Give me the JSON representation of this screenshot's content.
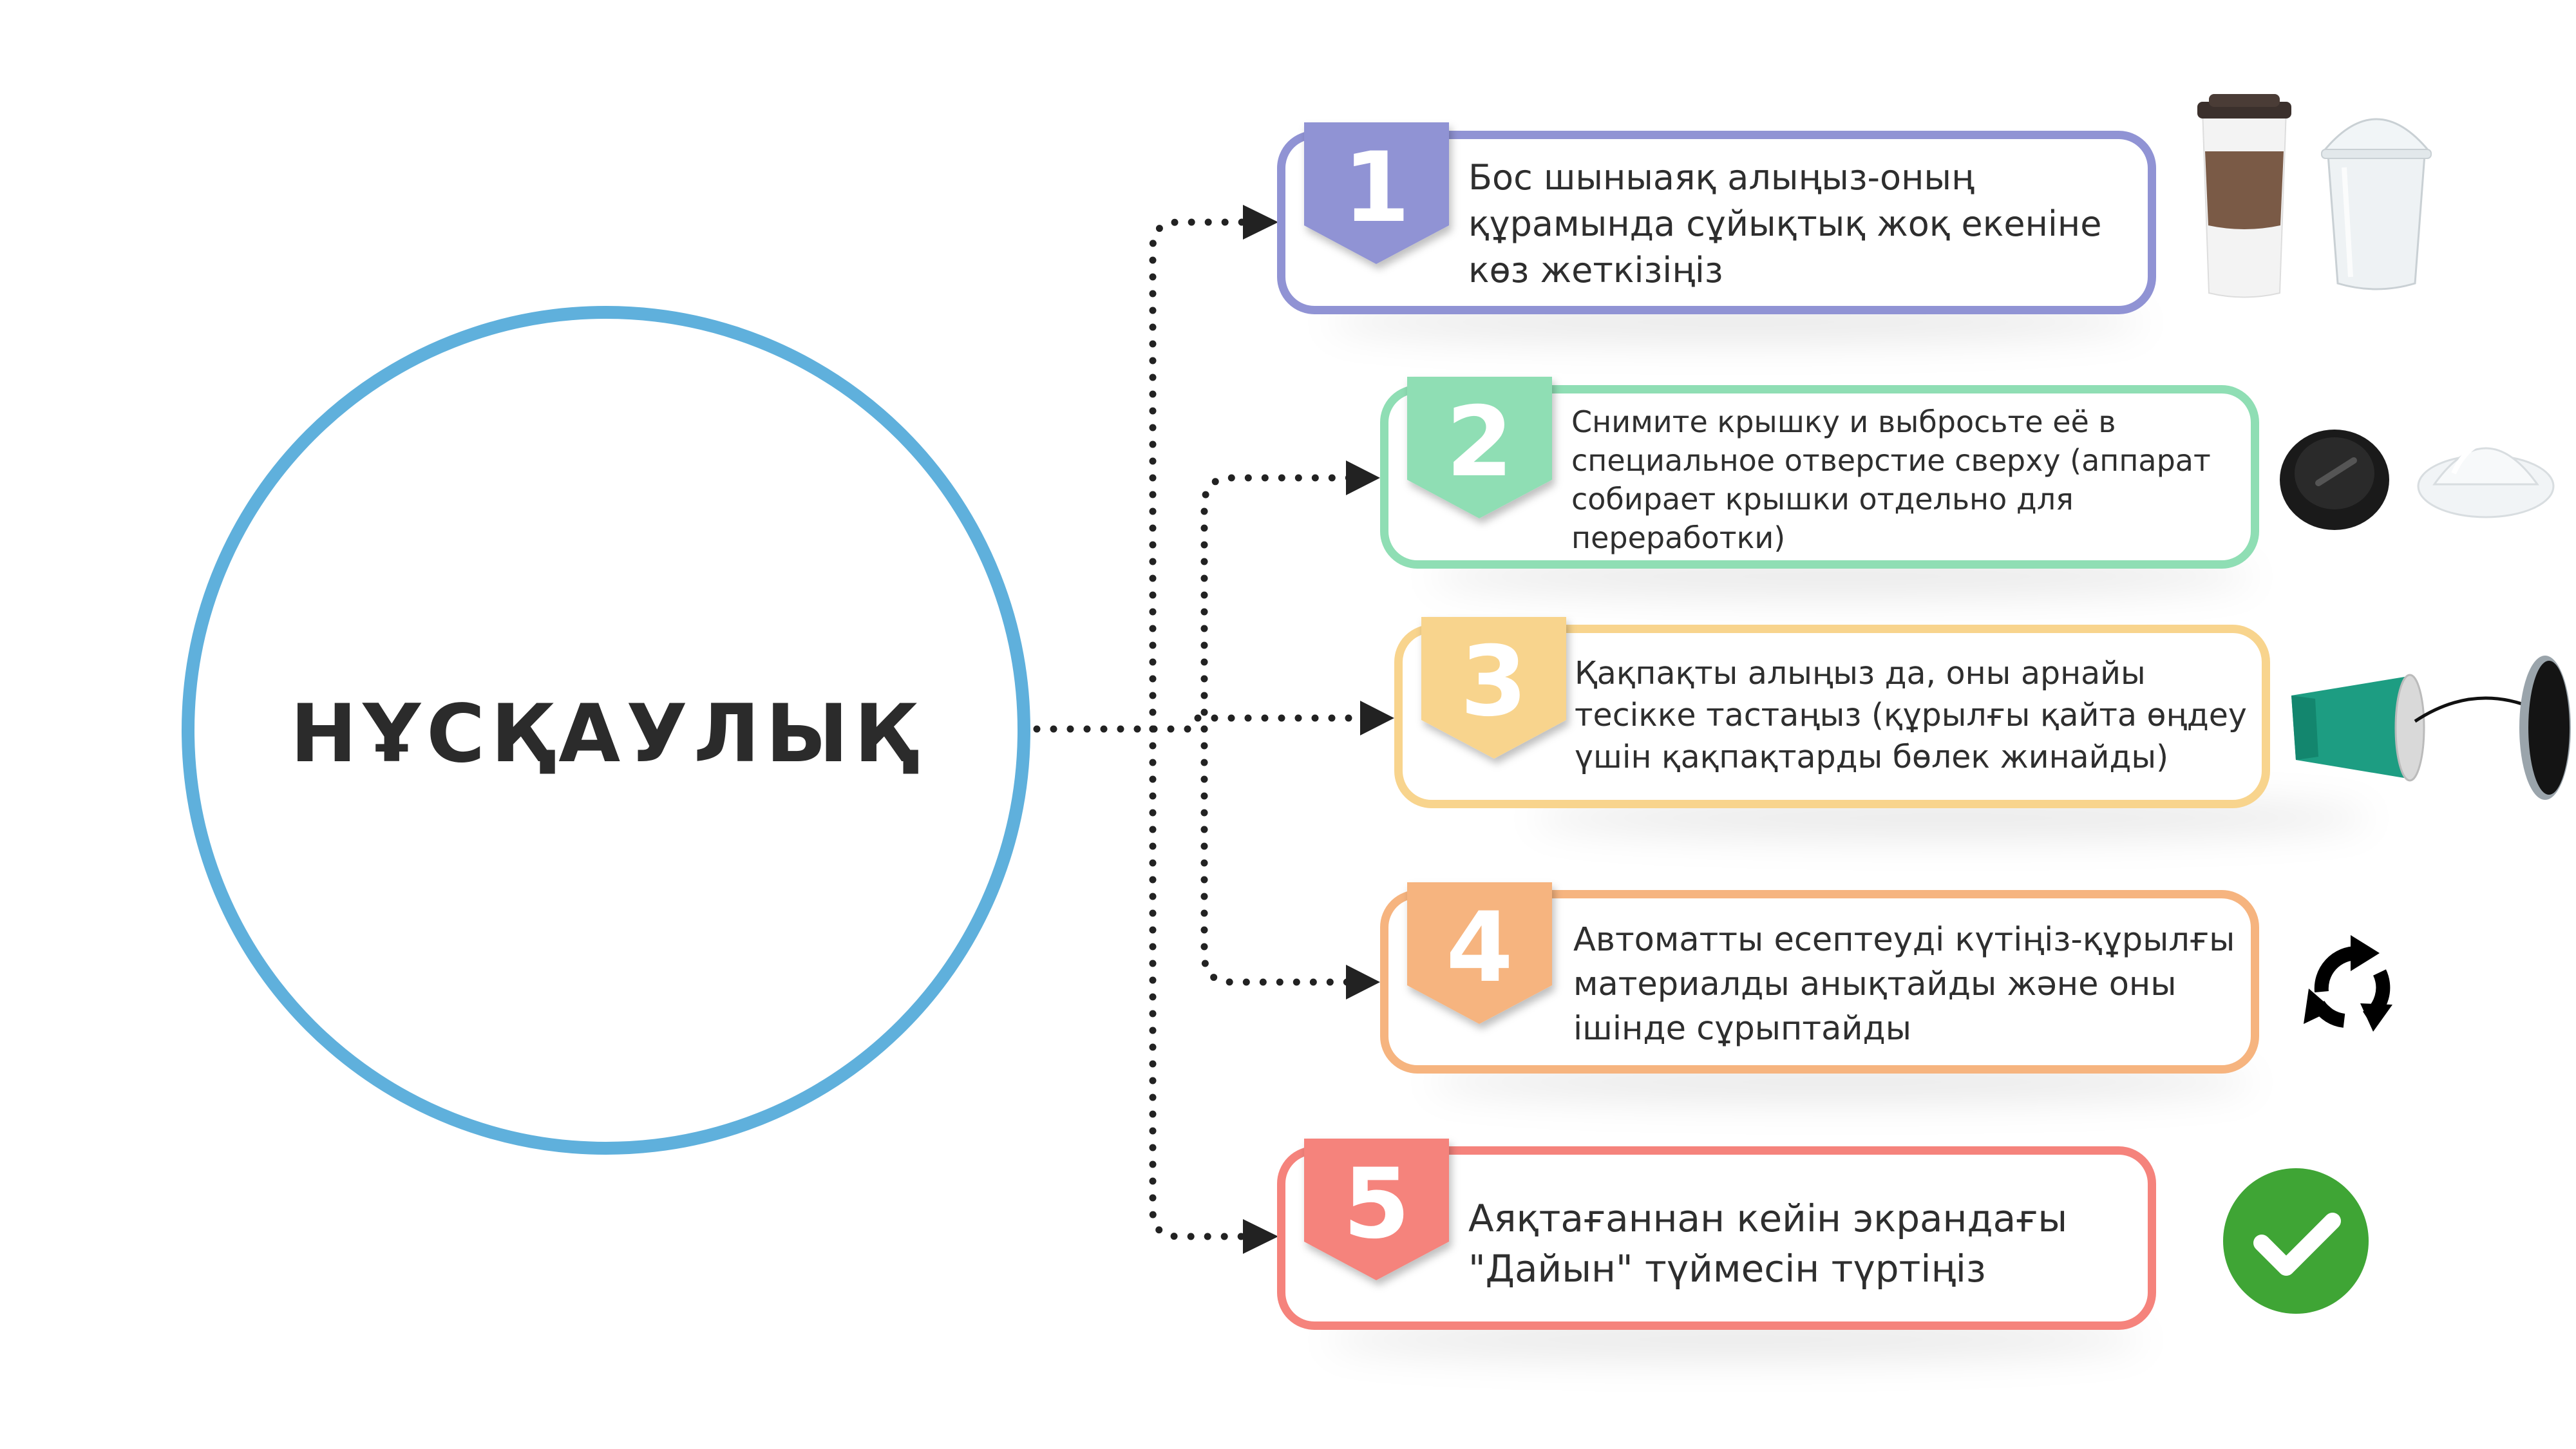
{
  "title": "НҰСҚАУЛЫҚ",
  "colors": {
    "circle": "#5fb0dc",
    "step1": "#9093d4",
    "step2": "#8fdeb4",
    "step3": "#f8d48d",
    "step4": "#f6b47f",
    "step5": "#f5837c",
    "connector": "#222222",
    "check": "#3fa535"
  },
  "steps": [
    {
      "number": "1",
      "lines": [
        "Бос шыныаяқ алыңыз-оның",
        "құрамында сұйықтық жоқ екеніне",
        "көз жеткізіңіз"
      ],
      "icon": "coffee-cups-icon"
    },
    {
      "number": "2",
      "lines": [
        "Снимите крышку и выбросьте её в",
        "специальное отверстие сверху (аппарат",
        "собирает крышки отдельно для",
        "переработки)"
      ],
      "icon": "cup-lids-icon"
    },
    {
      "number": "3",
      "lines": [
        "Қақпақты алыңыз да, оны  арнайы",
        "тесікке тастаңыз (құрылғы қайта өңдеу",
        "үшін қақпақтарды бөлек жинайды)"
      ],
      "icon": "cup-to-slot-icon"
    },
    {
      "number": "4",
      "lines": [
        "Автоматты есептеуді күтіңіз-құрылғы",
        "материалды анықтайды және оны",
        "ішінде сұрыптайды"
      ],
      "icon": "recycle-arrows-icon"
    },
    {
      "number": "5",
      "lines": [
        "Аяқтағаннан кейін экрандағы",
        "\"Дайын\" түймесін түртіңіз"
      ],
      "icon": "green-check-icon"
    }
  ]
}
